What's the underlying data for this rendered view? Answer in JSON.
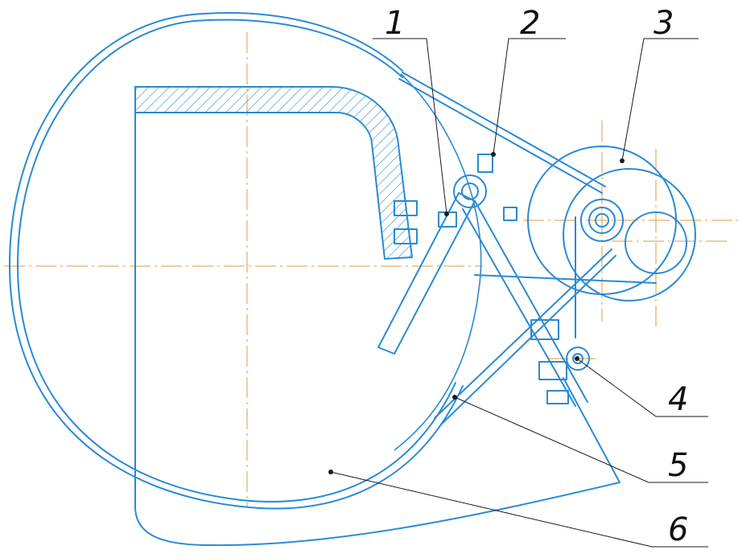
{
  "labels": {
    "l1": "1",
    "l2": "2",
    "l3": "3",
    "l4": "4",
    "l5": "5",
    "l6": "6"
  },
  "colors": {
    "line": "#2a8ad4",
    "axis": "#e39a3c",
    "leader": "#1a1a1a"
  }
}
